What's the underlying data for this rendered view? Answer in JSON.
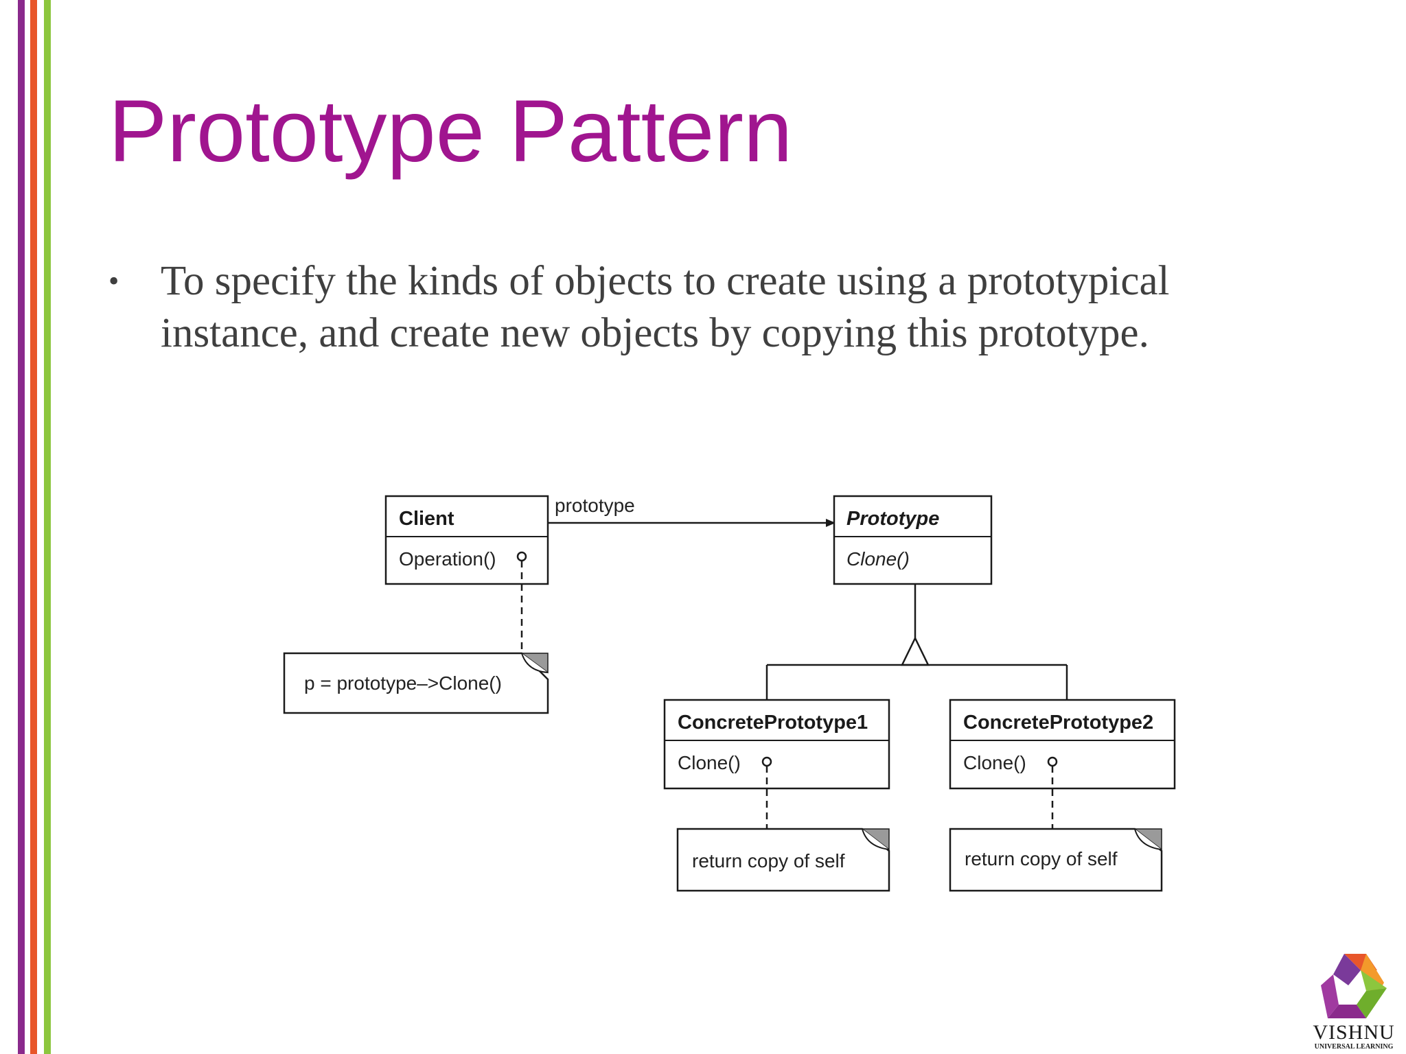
{
  "slide": {
    "title": "Prototype Pattern",
    "bullets": [
      "To specify the kinds of objects to create using a prototypical instance, and create new objects by copying this prototype."
    ],
    "colors": {
      "title": "#a0158f",
      "stripe_purple": "#8a2a8c",
      "stripe_orange": "#e8562a",
      "stripe_green": "#8cc63e"
    }
  },
  "diagram": {
    "association_label": "prototype",
    "client": {
      "name": "Client",
      "operation": "Operation()"
    },
    "prototype": {
      "name": "Prototype",
      "operation": "Clone()"
    },
    "concrete1": {
      "name": "ConcretePrototype1",
      "operation": "Clone()"
    },
    "concrete2": {
      "name": "ConcretePrototype2",
      "operation": "Clone()"
    },
    "notes": {
      "client_note": "p = prototype–>Clone()",
      "concrete1_note": "return copy of self",
      "concrete2_note": "return copy of self"
    }
  },
  "logo": {
    "name": "VISHNU",
    "subtitle": "UNIVERSAL LEARNING",
    "icon": "vishnu-logo-icon"
  }
}
